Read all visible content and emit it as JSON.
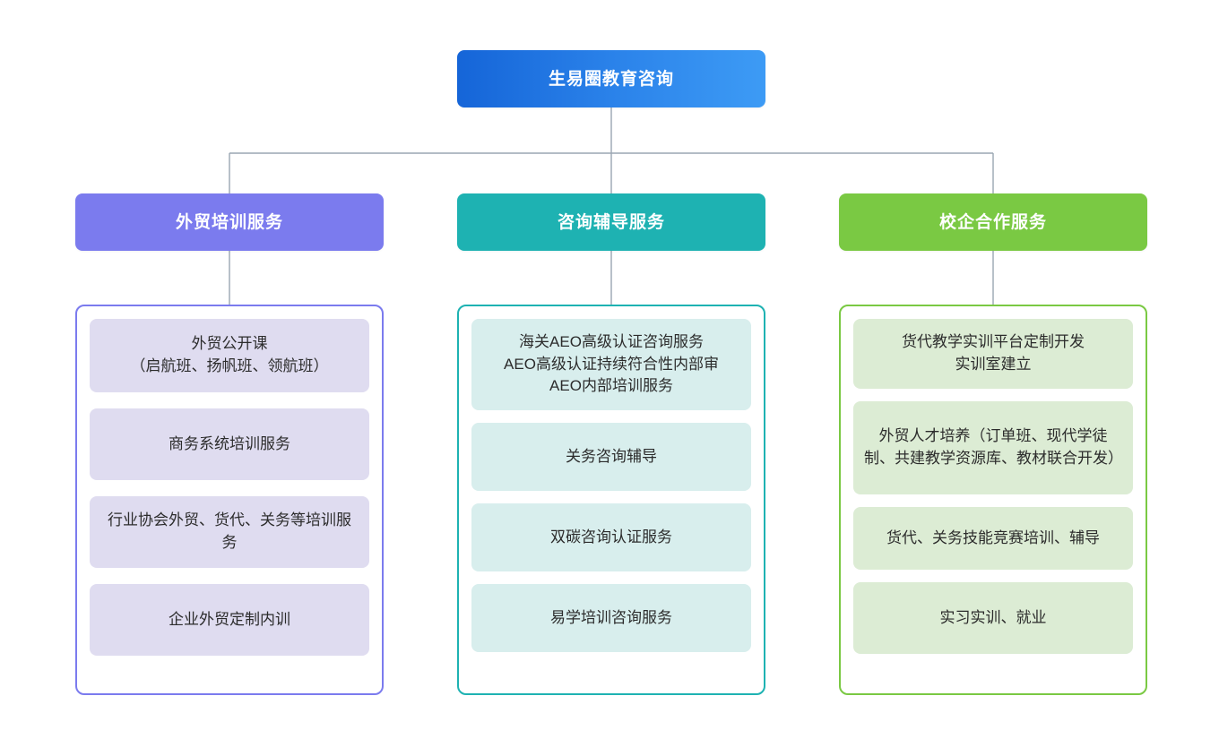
{
  "diagram": {
    "type": "organization-chart",
    "orientation": "top-down",
    "root": {
      "label": "生易圈教育咨询",
      "color_start": "#1565d8",
      "color_end": "#3d9bf5",
      "text_color": "#ffffff"
    },
    "connector_color": "#9aa6b2",
    "branches": [
      {
        "label": "外贸培训服务",
        "header_color": "#7b7bee",
        "border_color": "#7b7bee",
        "card_color": "#dfdcf0",
        "text_color": "#ffffff",
        "items": [
          "外贸公开课\n（启航班、扬帆班、领航班）",
          "商务系统培训服务",
          "行业协会外贸、货代、关务等培训服务",
          "企业外贸定制内训"
        ]
      },
      {
        "label": "咨询辅导服务",
        "header_color": "#1eb2b2",
        "border_color": "#1eb2b2",
        "card_color": "#d8eeed",
        "text_color": "#ffffff",
        "items": [
          "海关AEO高级认证咨询服务\nAEO高级认证持续符合性内部审\nAEO内部培训服务",
          "关务咨询辅导",
          "双碳咨询认证服务",
          "易学培训咨询服务"
        ]
      },
      {
        "label": "校企合作服务",
        "header_color": "#7ac943",
        "border_color": "#7ac943",
        "card_color": "#dcecd4",
        "text_color": "#ffffff",
        "items": [
          "货代教学实训平台定制开发\n实训室建立",
          "外贸人才培养（订单班、现代学徒制、共建教学资源库、教材联合开发）",
          "货代、关务技能竞赛培训、辅导",
          "实习实训、就业"
        ]
      }
    ]
  }
}
